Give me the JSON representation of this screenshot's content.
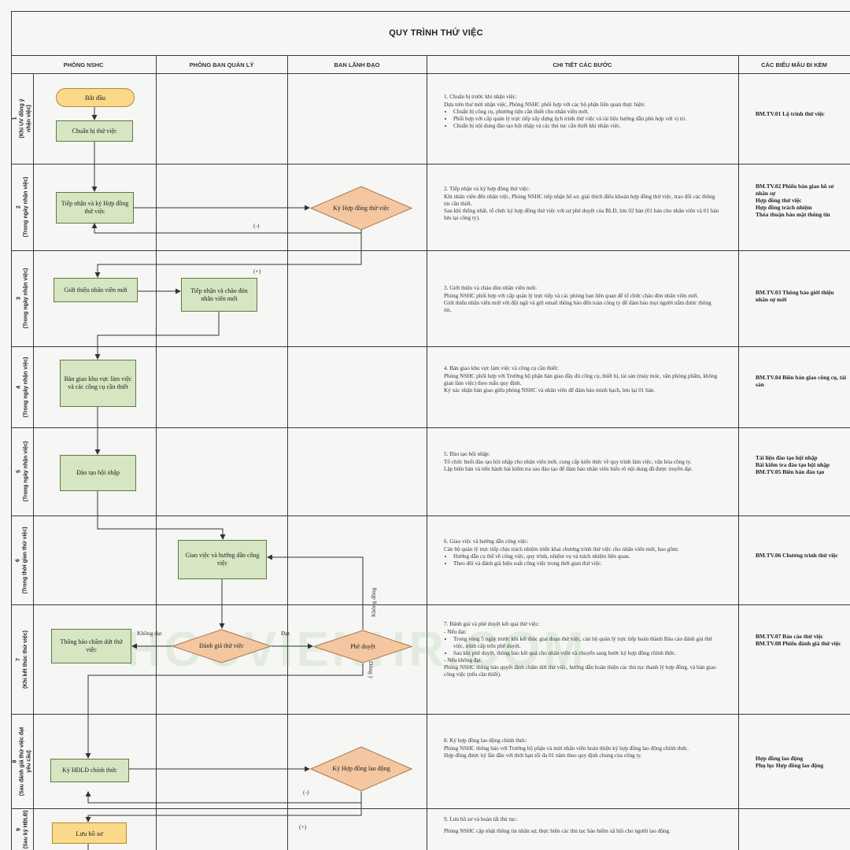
{
  "document": {
    "title": "QUY TRÌNH THỬ VIỆC"
  },
  "columns": {
    "phong_nshc": "PHÒNG NSHC",
    "phong_ban_quan_ly": "PHÒNG BAN QUẢN LÝ",
    "ban_lanh_dao": "BAN LÃNH ĐẠO",
    "chi_tiet": "CHI TIẾT CÁC BƯỚC",
    "bieu_mau": "CÁC BIỂU MẪU ĐI KÈM"
  },
  "steps": [
    {
      "label": "1\n(Khi UV đồng ý\nnhận việc)"
    },
    {
      "label": "2\n(Trong ngày nhận việc)"
    },
    {
      "label": "3\n(Trong ngày nhận việc)"
    },
    {
      "label": "4\n(Trong ngày nhận việc)"
    },
    {
      "label": "5\n(Trong ngày nhận việc)"
    },
    {
      "label": "6\n(Trong thời gian thử việc)"
    },
    {
      "label": "7\n(Khi kết thúc thử việc)"
    },
    {
      "label": "8\n(Sau đánh giá thử việc đạt\nyêu cầu)"
    },
    {
      "label": "9\n(Sau ký HĐLĐ)"
    }
  ],
  "flow": {
    "start": "Bắt đầu",
    "prepare": "Chuẩn bị thử việc",
    "receive_sign": "Tiếp nhận và ký Hợp đồng thử việc",
    "sign_probation": "Ký Hợp đồng thử việc",
    "introduce": "Giới thiệu nhân viên mới",
    "welcome": "Tiếp nhận và chào đón nhân viên mới",
    "handover": "Bàn giao khu vực làm việc và các công cụ cần thiết",
    "training": "Đào tạo hội nhập",
    "assign": "Giao việc và hướng dẫn công việc",
    "notify_end": "Thông báo chấm dứt thử việc",
    "evaluate": "Đánh giá thử việc",
    "approve": "Phê duyệt",
    "sign_official": "Ký HĐLĐ chính thức",
    "sign_labor": "Ký Hợp đồng lao động",
    "archive": "Lưu hồ sơ"
  },
  "flow_labels": {
    "minus_1": "(-)",
    "plus_1": "(+)",
    "not_pass": "Không đạt",
    "pass": "Đạt",
    "not_agree": "Không đồng",
    "agree": "Đồng ý",
    "minus_2": "(-)",
    "plus_2": "(+)"
  },
  "details": [
    {
      "title": "1. Chuẩn bị trước khi nhận việc:",
      "text": "Dựa trên thư mời nhận việc, Phòng NSHC phối hợp với các bộ phận liên quan thực hiện:",
      "bullets": [
        "Chuẩn bị công cụ, phương tiện cần thiết cho nhân viên mới.",
        "Phối hợp với cấp quản lý trực tiếp xây dựng lịch trình thử việc và tài liệu hướng dẫn phù hợp với vị trí.",
        "Chuẩn bị nội dung đào tạo hội nhập và các thủ tục cần thiết khi nhận việc."
      ]
    },
    {
      "title": "2. Tiếp nhận và ký hợp đồng thử việc:",
      "text": "Khi nhân viên đến nhận việc, Phòng NSHC tiếp nhận hồ sơ, giải thích điều khoản hợp đồng thử việc, trao đổi các thông tin cần thiết.",
      "text2": "Sau khi thống nhất, tổ chức ký hợp đồng thử việc với sự phê duyệt của BLĐ, lưu 02 bản (01 bản cho nhân viên và 01 bản lưu tại công ty)."
    },
    {
      "title": "3. Giới thiệu và chào đón nhân viên mới:",
      "text": "Phòng NSHC phối hợp với cấp quản lý trực tiếp và các phòng ban liên quan để tổ chức chào đón nhân viên mới.",
      "text2": "Giới thiệu nhân viên mới với đội ngũ và gửi email thông báo đến toàn công ty để đảm bảo mọi người nắm được thông tin."
    },
    {
      "title": "4. Bàn giao khu vực làm việc và công cụ cần thiết:",
      "text": "Phòng NSHC phối hợp với Trưởng bộ phận bàn giao đầy đủ công cụ, thiết bị, tài sản (máy móc, văn phòng phẩm, không gian làm việc) theo mẫu quy định.",
      "text2": "Ký xác nhận bàn giao giữa phòng NSHC và nhân viên để đảm bảo minh bạch, lưu lại 01 bản."
    },
    {
      "title": "5. Đào tạo hội nhập:",
      "text": "Tổ chức buổi đào tạo hội nhập cho nhân viên mới, cung cấp kiến thức về quy trình làm việc, văn hóa công ty.",
      "text2": "Lập biên bản và tiến hành bài kiểm tra sau đào tạo để đảm bảo nhân viên hiểu rõ nội dung đã được truyền đạt."
    },
    {
      "title": "6. Giao việc và hướng dẫn công việc:",
      "text": "Cán bộ quản lý trực tiếp chịu trách nhiệm triển khai chương trình thử việc cho nhân viên mới, bao gồm:",
      "bullets": [
        "Hướng dẫn cụ thể về công việc, quy trình, nhiệm vụ và trách nhiệm liên quan.",
        "Theo dõi và đánh giá hiệu suất công việc trong thời gian thử việc."
      ]
    },
    {
      "title": "7. Đánh giá và phê duyệt kết quả thử việc:",
      "text": "- Nếu đạt:",
      "bullets": [
        "Trong vòng 5 ngày trước khi kết thúc giai đoạn thử việc, cán bộ quản lý trực tiếp hoàn thành Báo cáo đánh giá thử việc, trình cấp trên phê duyệt.",
        "Sau khi phê duyệt, thông báo kết quả cho nhân viên và chuyển sang bước ký hợp đồng chính thức."
      ],
      "text2": "- Nếu không đạt:",
      "text3": "Phòng NSHC thông báo quyết định chấm dứt thử việc, hướng dẫn hoàn thiện các thủ tục thanh lý hợp đồng, và bàn giao công việc (nếu cần thiết)."
    },
    {
      "title": "8. Ký hợp đồng lao động chính thức:",
      "text": "Phòng NSHC thông báo với Trưởng bộ phận và mời nhân viên hoàn thiện ký hợp đồng lao động chính thức.",
      "text2": "Hợp đồng được ký lần đầu với thời hạn tối đa 01 năm theo quy định chung của công ty."
    },
    {
      "title": "9. Lưu hồ sơ và hoàn tất thủ tục:",
      "text": "Phòng NSHC cập nhật thông tin nhân sự, thực hiện các thủ tục bảo hiểm xã hội cho người lao động."
    }
  ],
  "forms": [
    [
      "BM.TV.01 Lộ trình thử việc"
    ],
    [
      "BM.TV.02 Phiếu bàn giao hồ sơ nhân sự",
      "Hợp đồng thử việc",
      "Hợp đồng trách nhiệm",
      "Thỏa thuận bảo mật thông tin"
    ],
    [
      "BM.TV.03 Thông báo giới thiệu nhân sự mới"
    ],
    [
      "BM.TV.04 Biên bản giao công cụ, tài sản"
    ],
    [
      "Tài liệu đào tạo hội nhập",
      "Bài kiểm tra đào tạo hội nhập",
      "BM.TV.05 Biên bản đào tạo"
    ],
    [
      "BM.TV.06 Chương trình thử việc"
    ],
    [
      "BM.TV.07 Báo cáo thử việc",
      "BM.TV.08 Phiếu đánh giá thử việc"
    ],
    [
      "Hợp đồng lao động",
      "Phụ lục Hợp đồng lao động"
    ],
    []
  ],
  "watermark": "HOCVIENHR.COM",
  "colors": {
    "process": "#d6e5c2",
    "decision": "#f4c7a1",
    "terminal": "#fbd98a",
    "line": "#3a3a3a"
  }
}
